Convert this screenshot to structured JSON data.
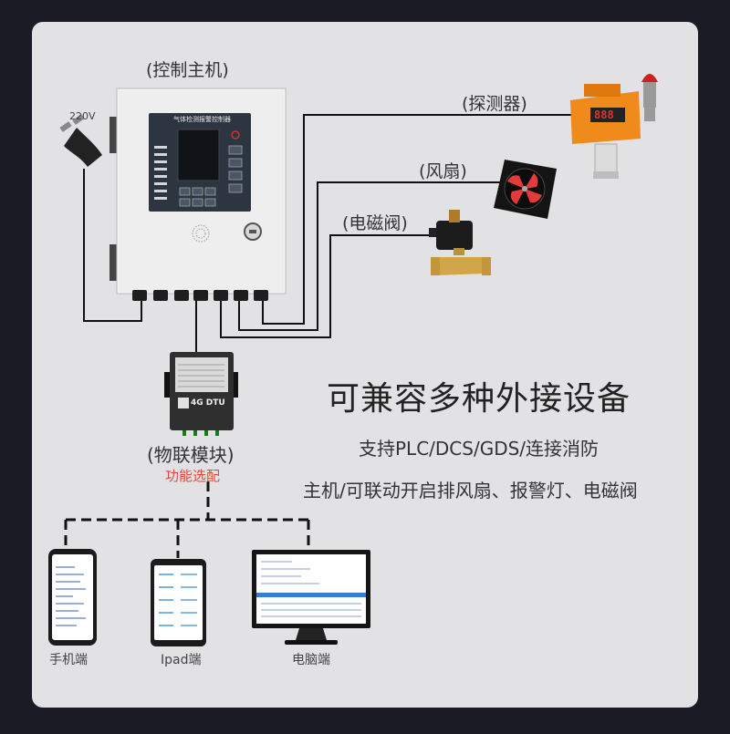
{
  "labels": {
    "controller": "(控制主机)",
    "power": "220V",
    "detector": "(探测器)",
    "fan": "(风扇)",
    "valve": "(电磁阀)",
    "iot_module": "(物联模块)",
    "optional": "功能选配",
    "phone": "手机端",
    "ipad": "Ipad端",
    "pc": "电脑端"
  },
  "controller_panel": {
    "title": "气体检测报警控制器"
  },
  "dtu": {
    "label": "4G DTU"
  },
  "detector_display": "888",
  "headline": "可兼容多种外接设备",
  "features": [
    "支持PLC/DCS/GDS/连接消防",
    "主机/可联动开启排风扇、报警灯、电磁阀"
  ],
  "colors": {
    "panel_bg": "#e2e2e4",
    "optional_text": "#e04a3c",
    "detector_orange": "#f08a1a",
    "fan_blade": "#e23b3b"
  }
}
